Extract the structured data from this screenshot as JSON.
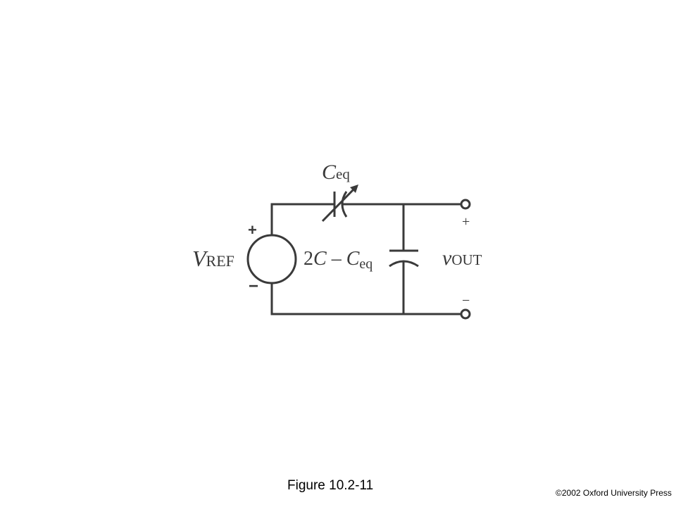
{
  "diagram": {
    "source_label_main": "V",
    "source_label_sub": "REF",
    "source_plus": "+",
    "source_minus": "−",
    "variable_cap_label_main": "C",
    "variable_cap_label_sub": "eq",
    "fixed_cap_label_prefix": "2",
    "fixed_cap_label_c": "C",
    "fixed_cap_label_minus": " – ",
    "fixed_cap_label_c2": "C",
    "fixed_cap_label_sub": "eq",
    "output_label_main": "v",
    "output_label_sub": "OUT",
    "output_plus": "+",
    "output_minus": "−"
  },
  "footer": {
    "figure_caption": "Figure 10.2-11",
    "copyright": "©2002 Oxford University Press"
  },
  "colors": {
    "line": "#3a3a3a",
    "background": "#ffffff",
    "text": "#000000"
  }
}
